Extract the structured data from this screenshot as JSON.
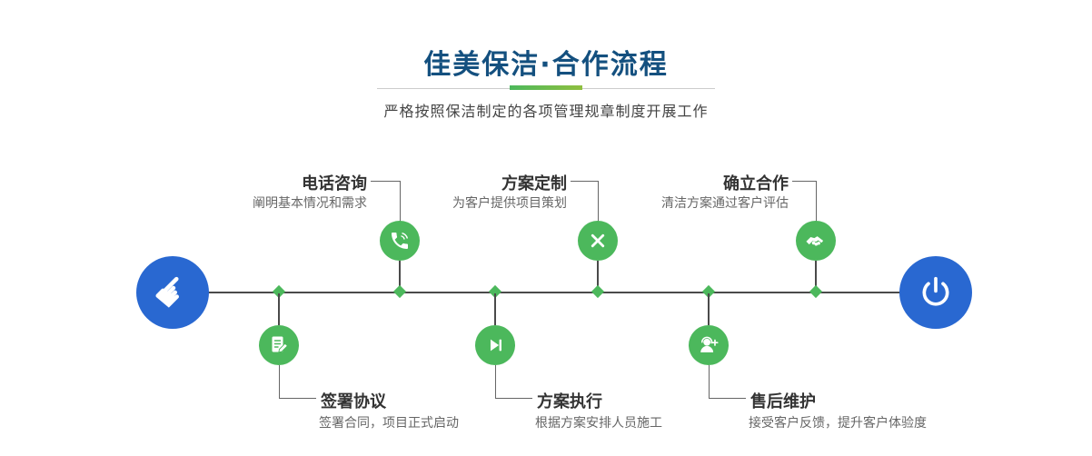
{
  "header": {
    "title": "佳美保洁·合作流程",
    "subtitle": "严格按照保洁制定的各项管理规章制度开展工作"
  },
  "colors": {
    "title_navy": "#14507f",
    "accent_green": "#4cb85c",
    "accent_green_light": "#8fbf3f",
    "endpoint_blue": "#2968d1",
    "line_dark": "#4a4a4a",
    "divider_gray": "#cccccc"
  },
  "flow": {
    "start_node": {
      "icon": "pointing-hand-icon",
      "color": "#2968d1"
    },
    "end_node": {
      "icon": "power-icon",
      "color": "#2968d1"
    },
    "top_steps": [
      {
        "title": "电话咨询",
        "desc": "阐明基本情况和需求",
        "icon": "phone-icon"
      },
      {
        "title": "方案定制",
        "desc": "为客户提供项目策划",
        "icon": "design-icon"
      },
      {
        "title": "确立合作",
        "desc": "清洁方案通过客户评估",
        "icon": "handshake-icon"
      }
    ],
    "bottom_steps": [
      {
        "title": "签署协议",
        "desc": "签署合同，项目正式启动",
        "icon": "contract-icon"
      },
      {
        "title": "方案执行",
        "desc": "根据方案安排人员施工",
        "icon": "execute-icon"
      },
      {
        "title": "售后维护",
        "desc": "接受客户反馈，提升客户体验度",
        "icon": "aftersale-icon"
      }
    ]
  }
}
